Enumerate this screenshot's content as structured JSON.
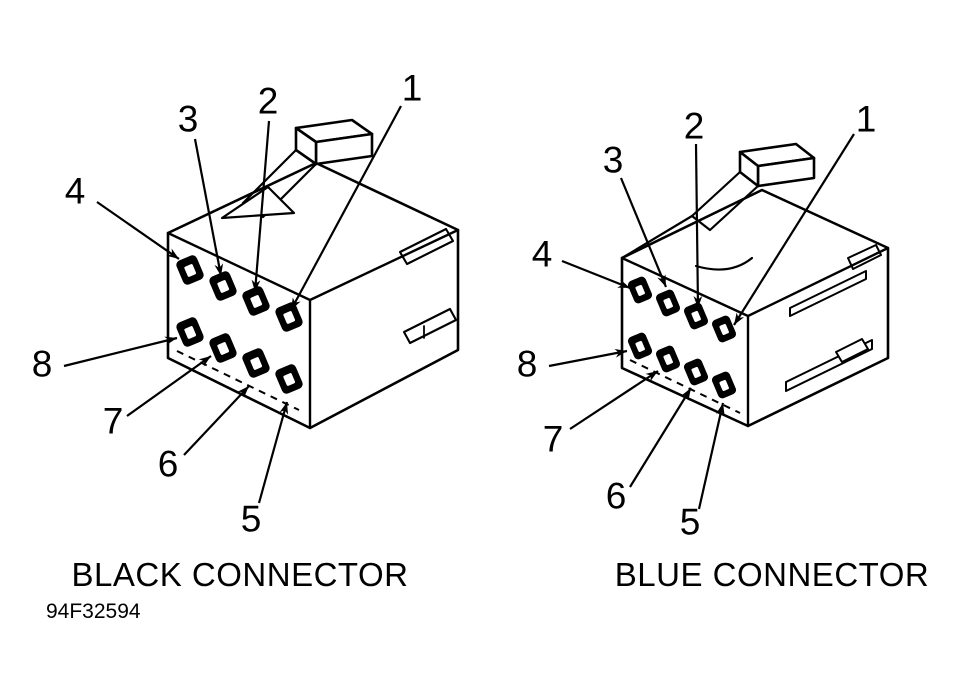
{
  "figure": {
    "code": "94F32594"
  },
  "colors": {
    "line": "#000000",
    "background": "#ffffff"
  },
  "connectors": [
    {
      "id": "black",
      "name": "BLACK CONNECTOR",
      "pins": [
        "1",
        "2",
        "3",
        "4",
        "5",
        "6",
        "7",
        "8"
      ]
    },
    {
      "id": "blue",
      "name": "BLUE CONNECTOR",
      "pins": [
        "1",
        "2",
        "3",
        "4",
        "5",
        "6",
        "7",
        "8"
      ]
    }
  ]
}
